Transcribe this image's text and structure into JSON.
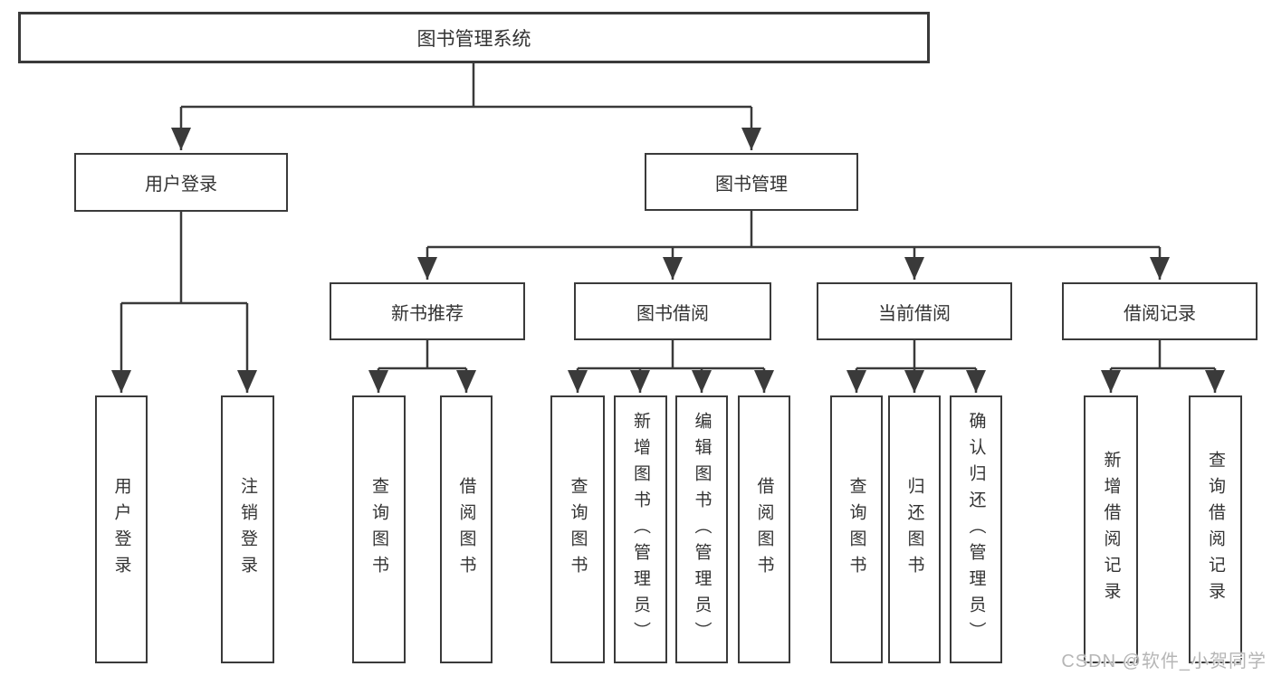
{
  "tree": {
    "root": "图书管理系统",
    "branches": [
      {
        "label": "用户登录",
        "leaves": [
          "用户登录",
          "注销登录"
        ]
      },
      {
        "label": "图书管理",
        "groups": [
          {
            "label": "新书推荐",
            "leaves": [
              "查询图书",
              "借阅图书"
            ]
          },
          {
            "label": "图书借阅",
            "leaves": [
              "查询图书",
              "新增图书（管理员）",
              "编辑图书（管理员）",
              "借阅图书"
            ]
          },
          {
            "label": "当前借阅",
            "leaves": [
              "查询图书",
              "归还图书",
              "确认归还（管理员）"
            ]
          },
          {
            "label": "借阅记录",
            "leaves": [
              "新增借阅记录",
              "查询借阅记录"
            ]
          }
        ]
      }
    ]
  },
  "watermark": {
    "text": "CSDN @软件_小贺同学"
  },
  "colors": {
    "line": "#3a3a3a",
    "box_border": "#3a3a3a",
    "text": "#333333",
    "background": "#ffffff",
    "watermark": "#b6b6b6"
  }
}
